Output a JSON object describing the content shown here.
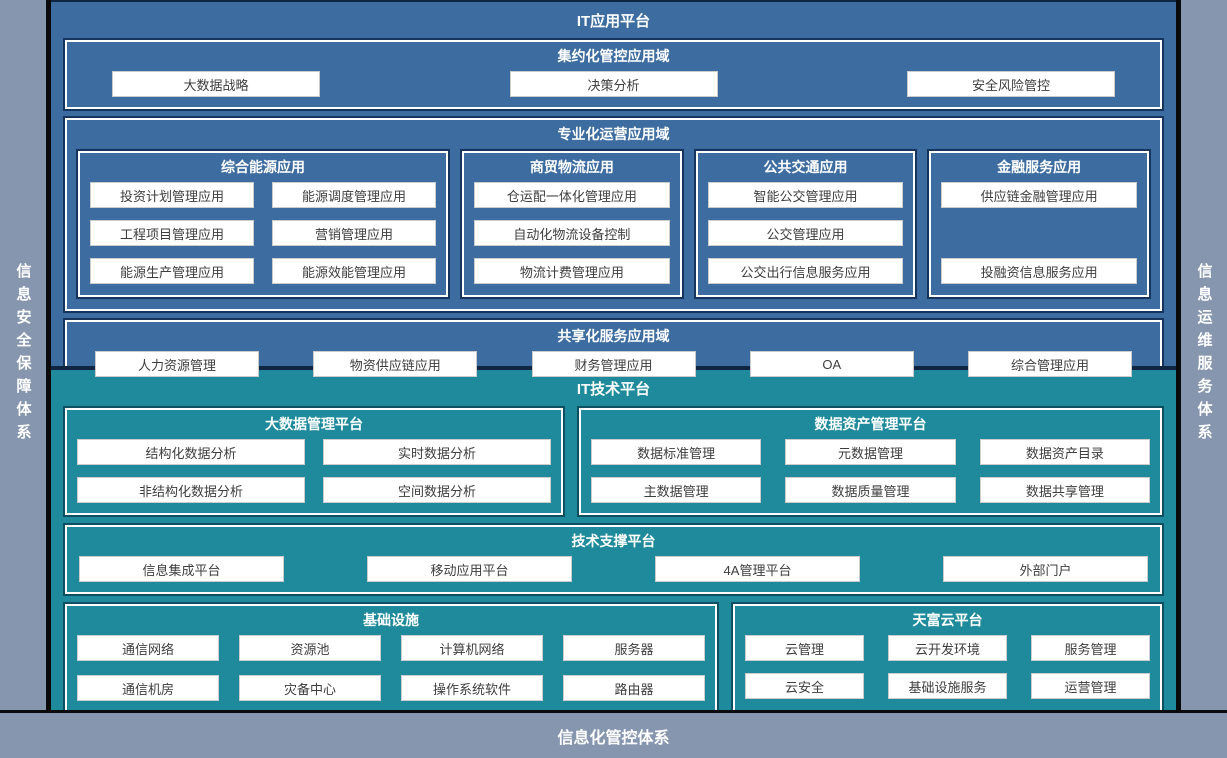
{
  "colors": {
    "app_section_blue": "#3d6da0",
    "tech_section_teal": "#1f8a9b",
    "rail_gray_blue": "#8696af",
    "dark_outline": "#16355e",
    "item_fill": "#ffffff"
  },
  "left_rail": {
    "label": "信息安全保障体系"
  },
  "right_rail": {
    "label": "信息运维服务体系"
  },
  "bottom_rail": {
    "label": "信息化管控体系"
  },
  "app_platform": {
    "title": "IT应用平台",
    "centralized": {
      "title": "集约化管控应用域",
      "items": [
        "大数据战略",
        "决策分析",
        "安全风险管控"
      ]
    },
    "professional": {
      "title": "专业化运营应用域",
      "groups": [
        {
          "title": "综合能源应用",
          "items": [
            "投资计划管理应用",
            "能源调度管理应用",
            "工程项目管理应用",
            "营销管理应用",
            "能源生产管理应用",
            "能源效能管理应用"
          ]
        },
        {
          "title": "商贸物流应用",
          "items": [
            "仓运配一体化管理应用",
            "自动化物流设备控制",
            "物流计费管理应用"
          ]
        },
        {
          "title": "公共交通应用",
          "items": [
            "智能公交管理应用",
            "公交管理应用",
            "公交出行信息服务应用"
          ]
        },
        {
          "title": "金融服务应用",
          "items": [
            "供应链金融管理应用",
            "投融资信息服务应用"
          ]
        }
      ]
    },
    "shared": {
      "title": "共享化服务应用域",
      "items": [
        "人力资源管理",
        "物资供应链应用",
        "财务管理应用",
        "OA",
        "综合管理应用"
      ]
    }
  },
  "tech_platform": {
    "title": "IT技术平台",
    "bigdata": {
      "title": "大数据管理平台",
      "items": [
        "结构化数据分析",
        "实时数据分析",
        "非结构化数据分析",
        "空间数据分析"
      ]
    },
    "data_asset": {
      "title": "数据资产管理平台",
      "items": [
        "数据标准管理",
        "元数据管理",
        "数据资产目录",
        "主数据管理",
        "数据质量管理",
        "数据共享管理"
      ]
    },
    "support": {
      "title": "技术支撑平台",
      "items": [
        "信息集成平台",
        "移动应用平台",
        "4A管理平台",
        "外部门户"
      ]
    },
    "infrastructure": {
      "title": "基础设施",
      "items": [
        "通信网络",
        "资源池",
        "计算机网络",
        "服务器",
        "通信机房",
        "灾备中心",
        "操作系统软件",
        "路由器"
      ]
    },
    "cloud": {
      "title": "天富云平台",
      "items": [
        "云管理",
        "云开发环境",
        "服务管理",
        "云安全",
        "基础设施服务",
        "运营管理"
      ]
    }
  }
}
